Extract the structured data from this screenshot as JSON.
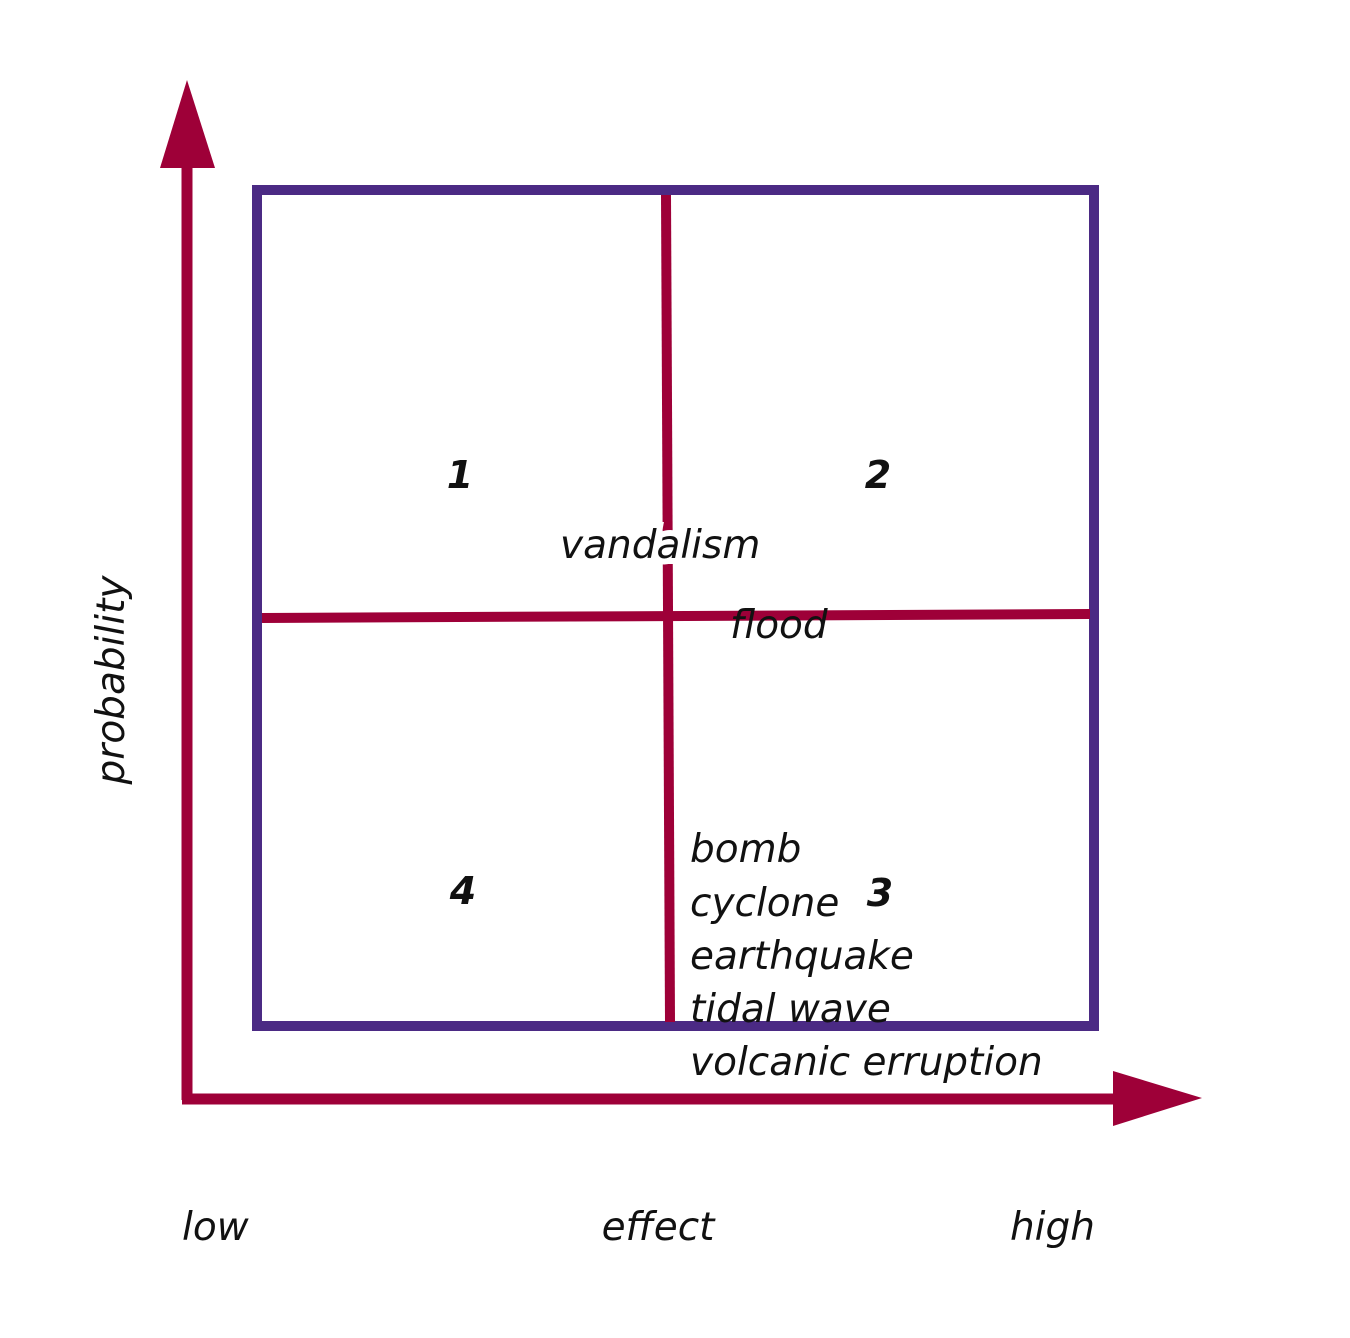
{
  "colors": {
    "axis": "#9e0038",
    "frame": "#4b2a84",
    "divider": "#9e0038",
    "text": "#111111"
  },
  "axes": {
    "y_label": "probability",
    "x_label": "effect",
    "x_low": "low",
    "x_high": "high"
  },
  "quadrants": {
    "q1": "1",
    "q2": "2",
    "q3": "3",
    "q4": "4"
  },
  "items": {
    "vandalism": "vandalism",
    "flood": "flood",
    "bomb": "bomb",
    "cyclone": "cyclone",
    "earthquake": "earthquake",
    "tidal_wave": "tidal wave",
    "volcanic_eruption": "volcanic erruption"
  }
}
